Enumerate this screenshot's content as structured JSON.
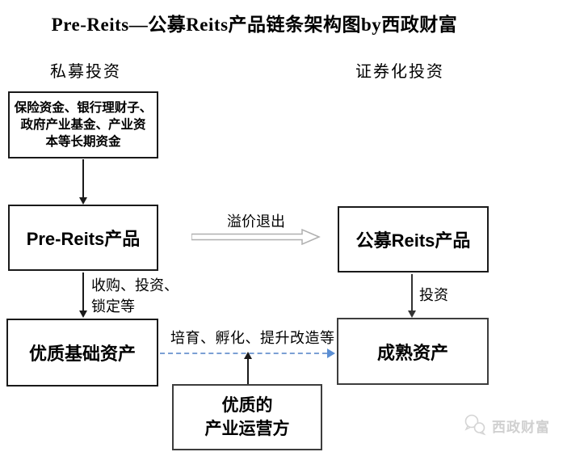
{
  "title": "Pre-Reits—公募Reits产品链条架构图by西政财富",
  "column_headers": {
    "private": "私募投资",
    "securitized": "证券化投资"
  },
  "boxes": {
    "funds_lines": [
      "保险资金、银行理财子、",
      "政府产业基金、产业资",
      "本等长期资金"
    ],
    "pre_reits": "Pre-Reits产品",
    "public_reits": "公募Reits产品",
    "quality_base_assets": "优质基础资产",
    "mature_assets": "成熟资产",
    "operator_lines": [
      "优质的",
      "产业运营方"
    ]
  },
  "arrow_labels": {
    "premium_exit": "溢价退出",
    "acquisition_lines": [
      "收购、投资、",
      "锁定等"
    ],
    "invest": "投资",
    "cultivation": "培育、孵化、提升改造等"
  },
  "watermark": {
    "brand": "西政财富",
    "icon": "wechat-bubbles-icon"
  },
  "colors": {
    "box_border": "#1a1a1a",
    "dark_box_border": "#3d3d3d",
    "arrow": "#1a1a1a",
    "block_arrow_outline": "#b0b0b0",
    "dashed_arrow_blue": "#7b9fd4",
    "watermark_gray": "#d0d0d0"
  }
}
